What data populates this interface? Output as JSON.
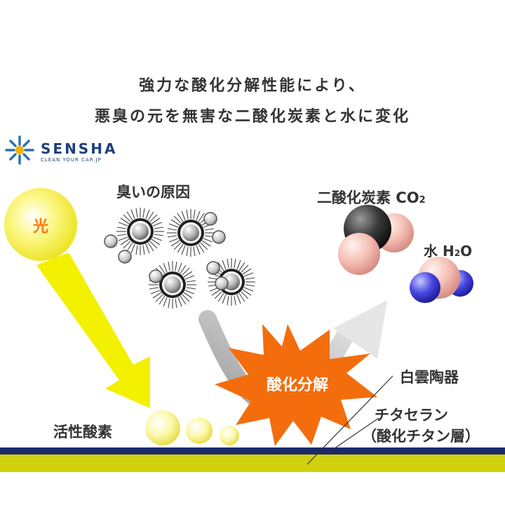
{
  "headline": {
    "line1": "強力な酸化分解性能により、",
    "line2": "悪臭の元を無害な二酸化炭素と水に変化"
  },
  "brand": {
    "name": "SENSHA",
    "tagline": "CLEAN YOUR CAR.JP",
    "logo_icon": "sun-burst-logo-icon"
  },
  "labels": {
    "light": "光",
    "odor_cause": "臭いの原因",
    "co2_text": "二酸化炭素 CO",
    "co2_sub": "2",
    "water_text": "水 H",
    "water_sub": "2",
    "water_tail": "O",
    "decomposition": "酸化分解",
    "active_oxygen": "活性酸素",
    "ceramic": "白雲陶器",
    "titanium": "チタセラン",
    "titanium_note": "（酸化チタン層）"
  },
  "colors": {
    "sun": "#f5f034",
    "arrow_yellow": "#f3f000",
    "burst_orange": "#f46d0c",
    "base_navy": "#1b2a6b",
    "base_yellow": "#cfd10f",
    "carbon": "#3a3a3a",
    "oxygen_pink": "#f4b8b0",
    "hydrogen_blue": "#3c3cd8",
    "brand_navy": "#1f3f7a"
  }
}
